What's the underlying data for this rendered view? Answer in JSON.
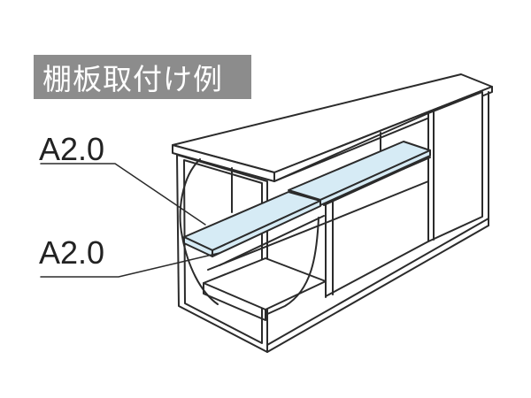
{
  "title": "棚板取付け例",
  "labels": {
    "shelf_upper": "A2.0",
    "shelf_lower": "A2.0"
  },
  "colors": {
    "title_bg": "#8c8c8c",
    "title_text": "#ffffff",
    "line": "#2b2b2b",
    "shelf_fill": "#d6ebf5",
    "panel_fill": "#ffffff"
  }
}
